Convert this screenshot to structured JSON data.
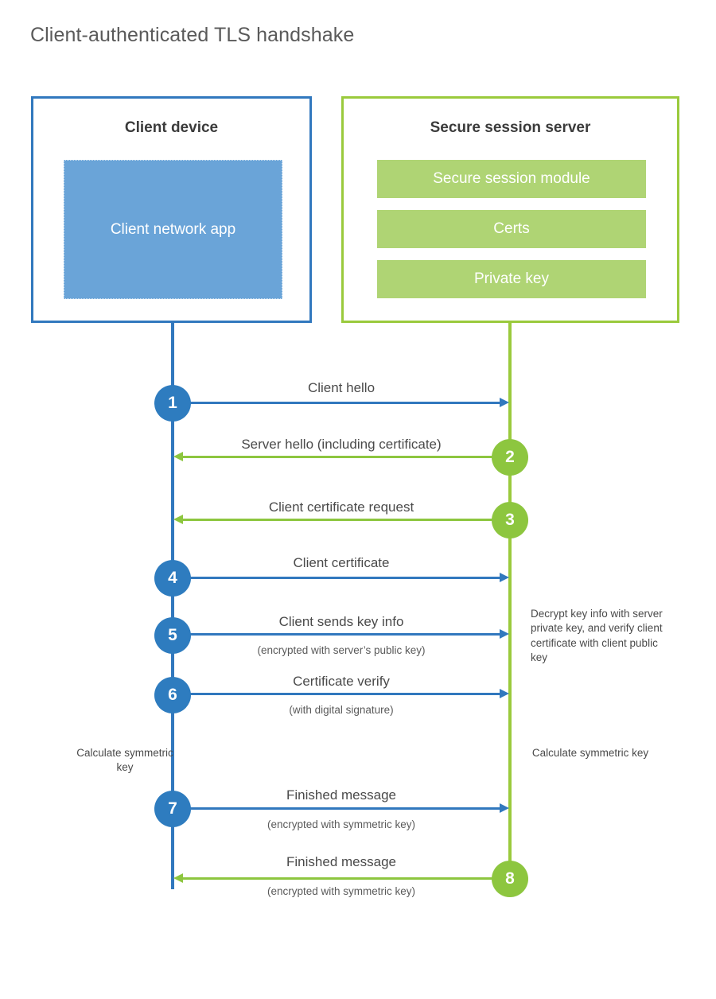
{
  "title": "Client-authenticated TLS handshake",
  "colors": {
    "client_blue": "#3178BE",
    "client_circle_blue": "#2E7CBF",
    "client_app_fill": "#6AA4D8",
    "server_green": "#9ACA3C",
    "server_circle_green": "#8DC63F",
    "server_bar_fill": "#AFD474",
    "title_text": "#5a5a5a",
    "body_text": "#4a4a4a",
    "background": "#ffffff"
  },
  "client": {
    "title": "Client device",
    "app_label": "Client network app"
  },
  "server": {
    "title": "Secure session server",
    "components": [
      {
        "label": "Secure session module"
      },
      {
        "label": "Certs"
      },
      {
        "label": "Private key"
      }
    ]
  },
  "steps": [
    {
      "number": "1",
      "label": "Client hello",
      "sublabel": "",
      "direction": "client-to-server",
      "color": "blue"
    },
    {
      "number": "2",
      "label": "Server hello (including certificate)",
      "sublabel": "",
      "direction": "server-to-client",
      "color": "green"
    },
    {
      "number": "3",
      "label": "Client certificate request",
      "sublabel": "",
      "direction": "server-to-client",
      "color": "green"
    },
    {
      "number": "4",
      "label": "Client certificate",
      "sublabel": "",
      "direction": "client-to-server",
      "color": "blue"
    },
    {
      "number": "5",
      "label": "Client sends key info",
      "sublabel": "(encrypted with server’s public key)",
      "direction": "client-to-server",
      "color": "blue"
    },
    {
      "number": "6",
      "label": "Certificate verify",
      "sublabel": "(with digital signature)",
      "direction": "client-to-server",
      "color": "blue"
    },
    {
      "number": "7",
      "label": "Finished message",
      "sublabel": "(encrypted with symmetric key)",
      "direction": "client-to-server",
      "color": "blue"
    },
    {
      "number": "8",
      "label": "Finished message",
      "sublabel": "(encrypted with symmetric key)",
      "direction": "server-to-client",
      "color": "green"
    }
  ],
  "notes": {
    "server_decrypt": "Decrypt key info with server private key, and verify client certificate with client public key",
    "client_calculate": "Calculate symmetric key",
    "server_calculate": "Calculate symmetric key"
  }
}
